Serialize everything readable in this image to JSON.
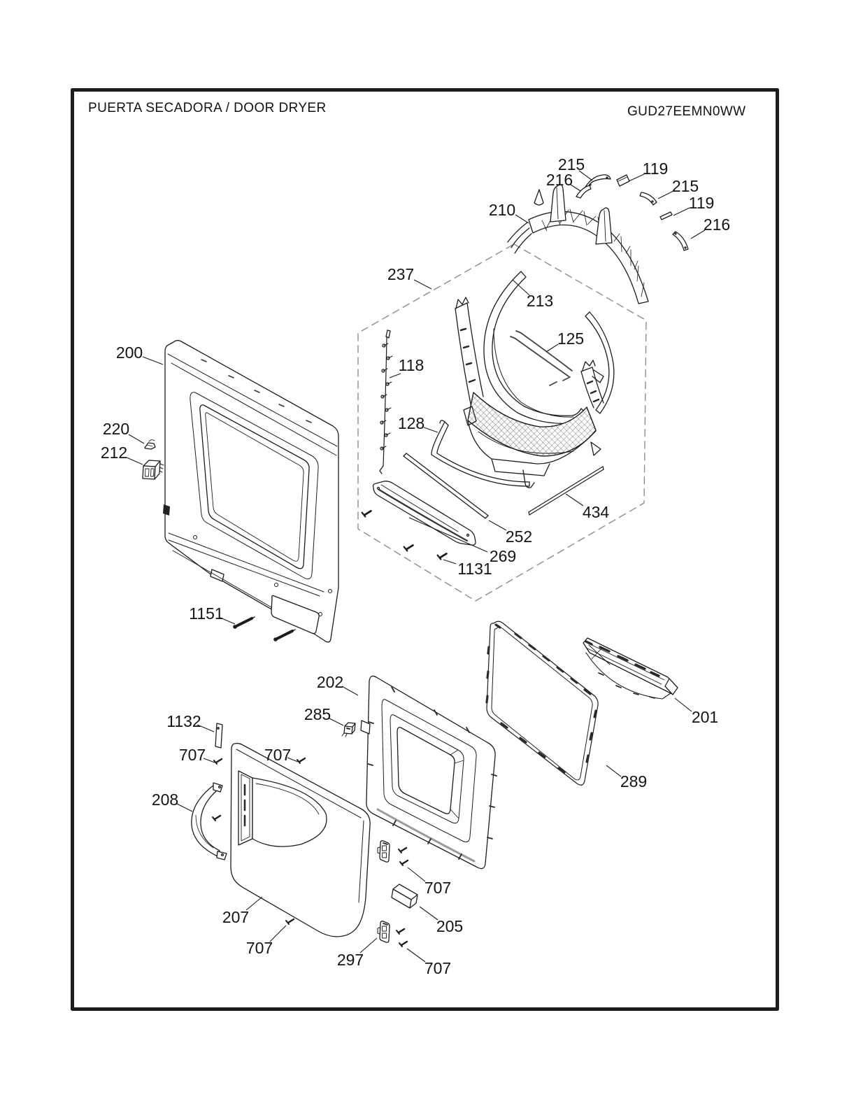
{
  "page": {
    "title": "PUERTA SECADORA / DOOR DRYER",
    "model": "GUD27EEMN0WW",
    "background_color": "#ffffff",
    "line_color": "#1c1c1c",
    "dash_color": "#8c8c8c"
  },
  "callouts": [
    {
      "part": "215"
    },
    {
      "part": "119"
    },
    {
      "part": "216"
    },
    {
      "part": "215"
    },
    {
      "part": "119"
    },
    {
      "part": "216"
    },
    {
      "part": "210"
    },
    {
      "part": "237"
    },
    {
      "part": "213"
    },
    {
      "part": "125"
    },
    {
      "part": "118"
    },
    {
      "part": "128"
    },
    {
      "part": "200"
    },
    {
      "part": "220"
    },
    {
      "part": "212"
    },
    {
      "part": "434"
    },
    {
      "part": "252"
    },
    {
      "part": "269"
    },
    {
      "part": "1131"
    },
    {
      "part": "1151"
    },
    {
      "part": "202"
    },
    {
      "part": "285"
    },
    {
      "part": "1132"
    },
    {
      "part": "707"
    },
    {
      "part": "707"
    },
    {
      "part": "208"
    },
    {
      "part": "289"
    },
    {
      "part": "201"
    },
    {
      "part": "207"
    },
    {
      "part": "707"
    },
    {
      "part": "297"
    },
    {
      "part": "707"
    },
    {
      "part": "205"
    },
    {
      "part": "707"
    }
  ]
}
